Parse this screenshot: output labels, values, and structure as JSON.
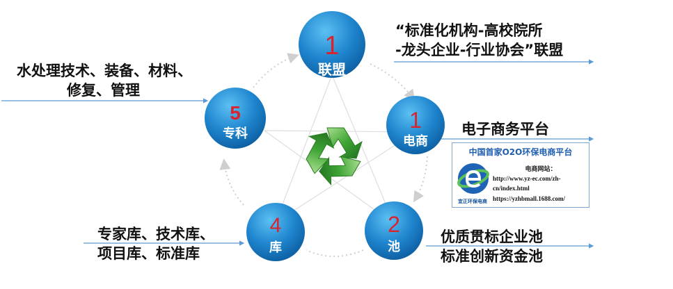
{
  "nodes": [
    {
      "id": "alliance",
      "number": "1",
      "label": "联盟"
    },
    {
      "id": "ecommerce",
      "number": "1",
      "label": "电商"
    },
    {
      "id": "pool",
      "number": "2",
      "label": "池"
    },
    {
      "id": "library",
      "number": "4",
      "label": "库"
    },
    {
      "id": "specialty",
      "number": "5",
      "label": "专科"
    }
  ],
  "notes": {
    "alliance": [
      "“标准化机构-高校院所",
      "-龙头企业-行业协会”联盟"
    ],
    "ecommerce": [
      "电子商务平台"
    ],
    "pool": [
      "优质贯标企业池",
      "标准创新资金池"
    ],
    "library": [
      "专家库、技术库、",
      "项目库、标准库"
    ],
    "specialty": [
      "水处理技术、装备、材料、",
      "修复、管理"
    ]
  },
  "ecommerce_box": {
    "title": "中国首家O2O环保电商平台",
    "subtitle": "电商网站：",
    "lines": [
      "http://www.yz-ec.com/zh-",
      "cn/index.html",
      "https://yzhbmall.1688.com/"
    ],
    "logo_text": "宜正环保电商"
  },
  "colors": {
    "node_fill": "#1f86cf",
    "node_number": "#d9232d",
    "node_label": "#ffffff",
    "connector_line": "#5b9bd5",
    "recycle_green": "#3fa535"
  },
  "icons": {
    "center": "recycle-icon",
    "box_logo": "e-globe-logo"
  }
}
